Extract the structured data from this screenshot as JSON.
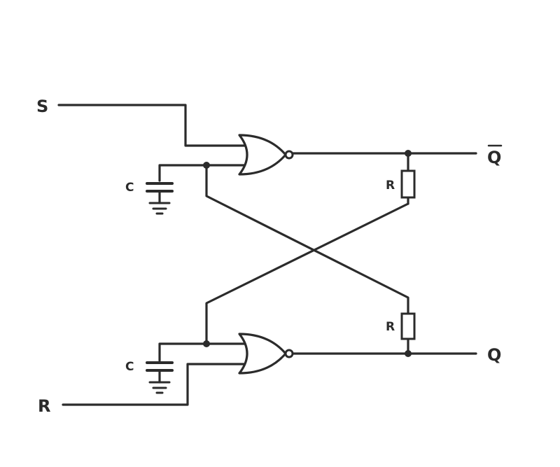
{
  "labels": {
    "set_input": "S",
    "reset_input": "R",
    "output_q_bar": "Q",
    "output_q": "Q",
    "capacitor_top": "C",
    "capacitor_bottom": "C",
    "resistor_top": "R",
    "resistor_bottom": "R"
  },
  "icons": {
    "top_gate": "nor-gate-icon",
    "bottom_gate": "nor-gate-icon",
    "capacitor": "capacitor-icon",
    "resistor": "resistor-icon",
    "ground": "ground-icon"
  }
}
